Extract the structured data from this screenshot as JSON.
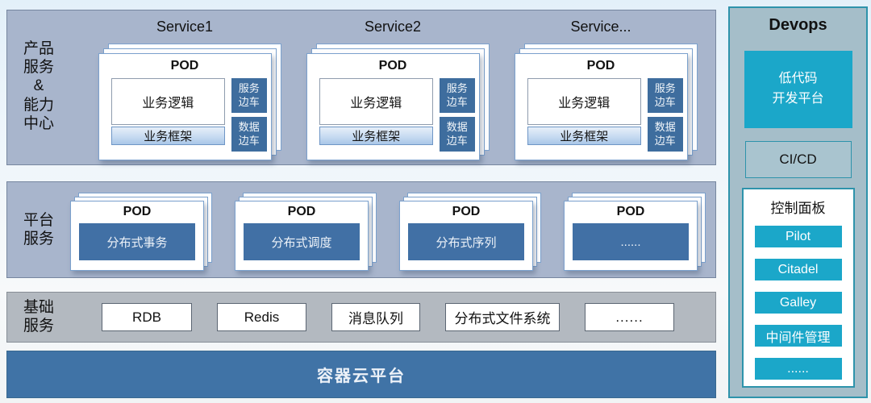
{
  "product_band": {
    "label": "产品\n服务\n&\n能力\n中心",
    "services": [
      {
        "title": "Service1",
        "pod_title": "POD",
        "logic": "业务逻辑",
        "framework": "业务框架",
        "sidecar_service": "服务\n边车",
        "sidecar_data": "数据\n边车"
      },
      {
        "title": "Service2",
        "pod_title": "POD",
        "logic": "业务逻辑",
        "framework": "业务框架",
        "sidecar_service": "服务\n边车",
        "sidecar_data": "数据\n边车"
      },
      {
        "title": "Service...",
        "pod_title": "POD",
        "logic": "业务逻辑",
        "framework": "业务框架",
        "sidecar_service": "服务\n边车",
        "sidecar_data": "数据\n边车"
      }
    ]
  },
  "platform_band": {
    "label": "平台\n服务",
    "pods": [
      {
        "pod_title": "POD",
        "service": "分布式事务"
      },
      {
        "pod_title": "POD",
        "service": "分布式调度"
      },
      {
        "pod_title": "POD",
        "service": "分布式序列"
      },
      {
        "pod_title": "POD",
        "service": "......"
      }
    ]
  },
  "infra_band": {
    "label": "基础\n服务",
    "items": [
      "RDB",
      "Redis",
      "消息队列",
      "分布式文件系统",
      "......"
    ]
  },
  "container_bar": {
    "label": "容器云平台"
  },
  "devops": {
    "title": "Devops",
    "lowcode": "低代码\n开发平台",
    "cicd": "CI/CD",
    "control_panel": {
      "title": "控制面板",
      "buttons": [
        "Pilot",
        "Citadel",
        "Galley",
        "中间件管理",
        "......"
      ]
    }
  },
  "colors": {
    "band_fill": "#a8b5cc",
    "infra_fill": "#b3b9c0",
    "steel_blue": "#4073a6",
    "teal": "#1ba7c9",
    "panel_fill": "#a5bec9",
    "panel_border": "#2e93ab"
  }
}
